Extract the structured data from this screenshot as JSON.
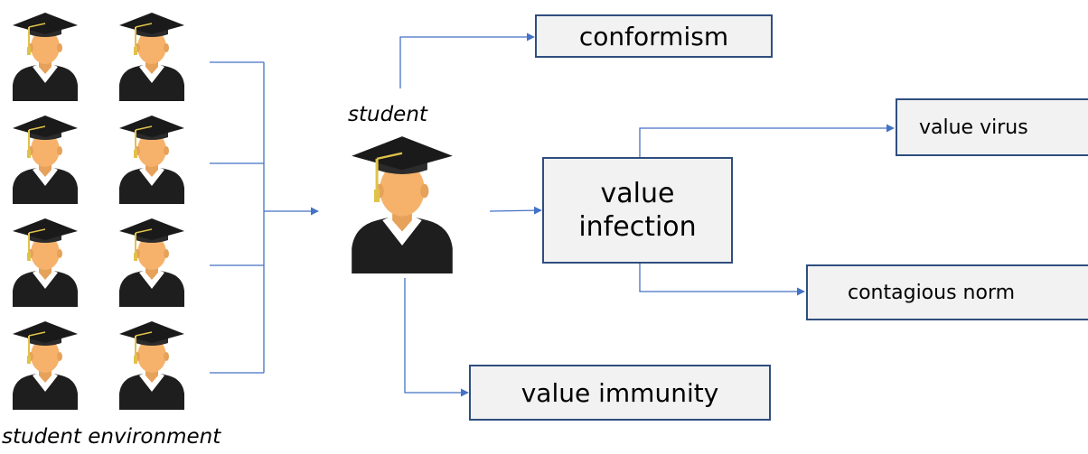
{
  "labels": {
    "student": "student",
    "environment": "student environment"
  },
  "boxes": {
    "conformism": "conformism",
    "value_infection_line1": "value",
    "value_infection_line2": "infection",
    "value_virus": "value virus",
    "contagious_norm": "contagious norm",
    "value_immunity": "value immunity"
  },
  "colors": {
    "line": "#4472c4",
    "box_border": "#2f4e7e",
    "box_fill": "#f2f2f2",
    "gown": "#1e1e1e",
    "cap": "#1a1a1a",
    "skin": "#f6b26b",
    "tassel": "#e0c24a"
  },
  "icons": {
    "student": "graduate-student-icon"
  }
}
